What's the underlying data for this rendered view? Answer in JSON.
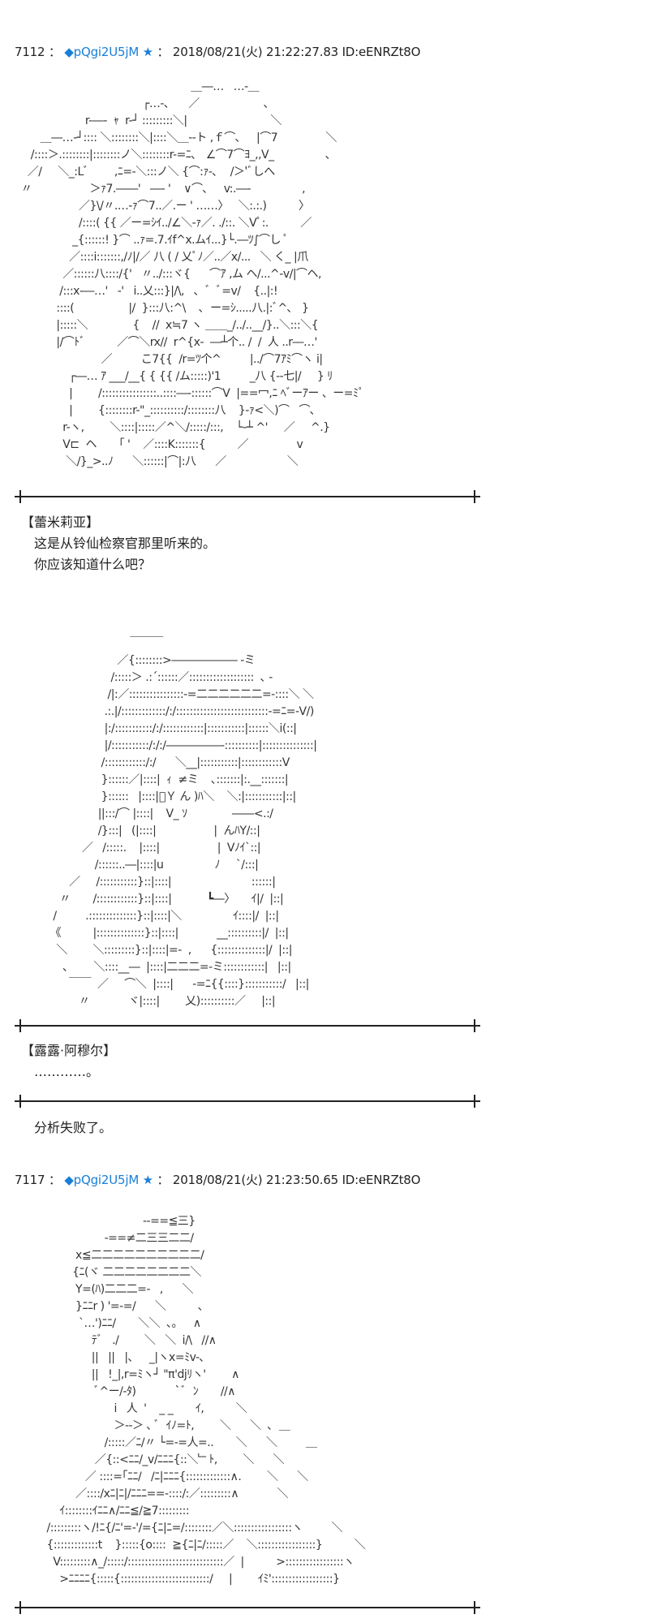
{
  "posts": [
    {
      "number": "7112",
      "sep1": "：",
      "trip": "◆pQgi2U5jM ★",
      "sep2": "：",
      "datetime": "2018/08/21(火) 21:22:27.83 ID:eENRZt8O"
    },
    {
      "number": "7117",
      "sep1": "：",
      "trip": "◆pQgi2U5jM ★",
      "sep2": "：",
      "datetime": "2018/08/21(火) 21:23:50.65 ID:eENRZt8O"
    }
  ],
  "art1": [
    "                                                       ＿―…   …-＿",
    "                                        ┌…-､      ／                    ､",
    "                      r-―-  ｬ  r-┘ :::::::::＼|                          ＼",
    "        ＿―…-┘:::: ＼::::::::＼|::::＼＿--ト ,ｆ⌒､     |⌒7               ＼",
    "     /::::＞.::::::::|::::::::ノ＼::::::::r-=ﾆ､   ∠⌒7⌒ﾖ_,,V_                ､",
    "    ／/     ＼_:Lﾞ        ,ﾆ=-＼:::ノ＼ {⌒:ｧ-､    /＞'ﾞしへ",
    "  〃                  ＞ｧ7.――'   ―‐ '    ∨⌒､     v:.―‐                ,",
    "                    ／}\\/〃.…-ｧ⌒7..／.ー ' ……〉   ＼:.:.)          〉",
    "                    /::::( {{ ／ー=ｼｲ../∠＼-ｧ／. ./::. ＼Vﾟ:.          ／",
    "                  _{::::::! }⌒ ..ｧ=.7.ｲf^x.ムｲ...}└.―ﾂ∫⌒し ﾟ",
    "                 ／::::i:::::::,/ﾉ|/／ 八 ( / 乂ﾟﾉ／..／x/...   ＼ く_ |爪",
    "               ／::::::八::::/{'   〃../:::ヾ{      ⌒ｱ ,ム ヘ/...^-v/|⌒ヘ,",
    "              /:::x-―…'   ‐'   i..乂:::}|/\\,   ､  ﾞ  ﾞ=v/    {..|:!",
    "             ::::(                 |/  }:::八:^\\    ､  ー=ｼ.....八.|:ﾞ^､   }",
    "             |:::::＼              {    //  x≒7 ヽ ＿＿_/../..__/}..＼:::＼{",
    "             |/⌒ﾄﾞ          ／⌒＼rx//  r^{x-  ―┴个.. /  /  人 ..r―…'",
    "                           ／         こ7{{  /r=ﾂ个^         |../⌒7ｱﾐ⌒ヽ i|",
    "                 ┌―… ｱ ___/__{ { {{ /ム:::::)'1         _八 {--七|/     } ﾘ",
    "                 |        /::::::::::::::::..::::―‐::::::⌒V  |==冖,ﾆ ﾍﾞーｱー 、ー=ﾐﾟ",
    "                 |        {::::::::r-\"_::::::::::/::::::::八    }-ｧ<＼)⌒   ⌒､",
    "               r-ヽ,        ＼::::|:::::／^＼/:::::/:::,    └‐┴ ^'     ／     ^.}",
    "               V⊏  ヘ       ｢ '    ／::::K:::::::{          ／               v",
    "                ＼/}_>..ﾉ      ＼::::::|⌒|:八      ／                   ＼"
  ],
  "dialog1": {
    "speaker": "【蕾米莉亚】",
    "lines": [
      "这是从铃仙检察官那里听来的。",
      "你应该知道什么吧？"
    ]
  },
  "art2": [
    "                                    ￣￣￣",
    "                                ／{::::::::>―――――― -ミ",
    "                              /:::::＞ .:´::::::／:::::::::::::::::::  ､ -",
    "                             /|:／::::::::::::::::-=二二二二二二=-::::＼ ＼",
    "                            .:.|/:::::::::::::/:/:::::::::::::::::::::::::::-=ﾆ=-V/)",
    "                            |:/:::::::::::/:/::::::::::::|:::::::::::|::::::＼i(::|",
    "                            |/:::::::::::/:/:/―――――-::::::::::|:::::::::::::::|",
    "                           /::::::::::::/:/      ＼__|:::::::::::|::::::::::::V",
    "                           }::::::／|::::|  ｨ  ≠ミ    ､:::::::|:.__:::::::|",
    "                           }::::::   |::::|ﾞＹ ん )ﾊ＼    ＼:|:::::::::::|::|",
    "                          ||:::/⌒ |::::|    V_ ｿ              ――<.:/",
    "                          /}:::|   (|::::|                  |  んﾊY/::|",
    "                     ／   /:::::.    |::::|                  |  Vﾉｲ`::|",
    "                         /::::::..―|::::|u                ﾉ     `/:::|",
    "                 ／     /:::::::::::}::|::::|                         ::::::|",
    "              〃       /::::::::::::}::|::::|           ┗―〉     ｲ|/  |::|",
    "            /         .::::::::::::::}::|::::|＼                ｲ::::|/  |::|",
    "           《          |::::::::::::::}::|::::|            __::::::::::|/  |::|",
    "             ＼        ＼:::::::::}::|::::|=-  ,      {::::::::::::::|/  |::|",
    "               ､        ＼::::__―  |::::|二二二=-ミ::::::::::::|   |::|",
    "                 ￣￣  ／     ⌒＼  |::::|      -=ﾆ{{::::}:::::::::::/   |::|",
    "                    〃            ヾ|::::|        乂)::::::::::／     |::|"
  ],
  "dialog2": {
    "speaker": "【露露·阿穆尔】",
    "lines": [
      "…………。"
    ]
  },
  "dialog3": {
    "lines": [
      "分析失败了。"
    ]
  },
  "art3": [
    "                                        --==≦三}",
    "                            -==≠二三三二二/",
    "                   x≦二二二二二二二二二二/",
    "                  {ﾆ(ヾ 二二二二二二二二＼",
    "                   Y=(ﾊ)二二二=-   ,      ＼",
    "                   }ﾆﾆr ) '=-=/      ＼          ､",
    "                    `…')ﾆﾆ/       ＼＼  ､｡     ∧",
    "                        ﾃﾞ   ./        ＼   ＼  i/\\   //∧",
    "                        ||   ||   |､     _|ヽx=ﾐv-､",
    "                        ||   !_|,r=ﾐヽ┘ \"π'djﾘヽ'        ∧",
    "                         ﾞ^ー/-ﾀ)            `ﾞ  ﾝ       //∧",
    "                               i   人  '    _ _       ｲ,          ＼",
    "                               ＞--＞ ､ ﾞ  ｲﾉ=ﾄ,        ＼      ＼  ､  ＿",
    "                            /:::::／ﾆ/〃 └=-=人=..       ＼      ＼         ＿",
    "                         ／{::<ﾆﾆ/_v/ﾆﾆﾆ{::＼﹂ﾄ,        ＼      ＼",
    "                      ／ ::::=｢ﾆﾆ/   /ﾆ|ﾆﾆﾆ{:::::::::::::∧.        ＼      ＼",
    "                   ／::::/xﾆ|ﾆ|/ﾆﾆﾆ==-::::/:／:::::::::∧            ＼",
    "              ｲ::::::::ｲﾆﾆ∧/ﾆﾆ≦/≧7:::::::::",
    "          /:::::::::ヽ/!ﾆ{/ﾆ'=-'/={ﾆ|ﾆ=/::::::::／＼:::::::::::::::::ヽ         ＼",
    "          {:::::::::::::t    }:::::{o::::  ≧{ﾆ|ﾆ/:::::／    ＼:::::::::::::::::}          ＼",
    "            V:::::::::∧_/:::::/::::::::::::::::::::::::::::／  |          >:::::::::::::::::ヽ",
    "              >ﾆﾆﾆﾆ{:::::{::::::::::::::::::::::::::/     |        ｲﾐ'::::::::::::::::::}"
  ]
}
